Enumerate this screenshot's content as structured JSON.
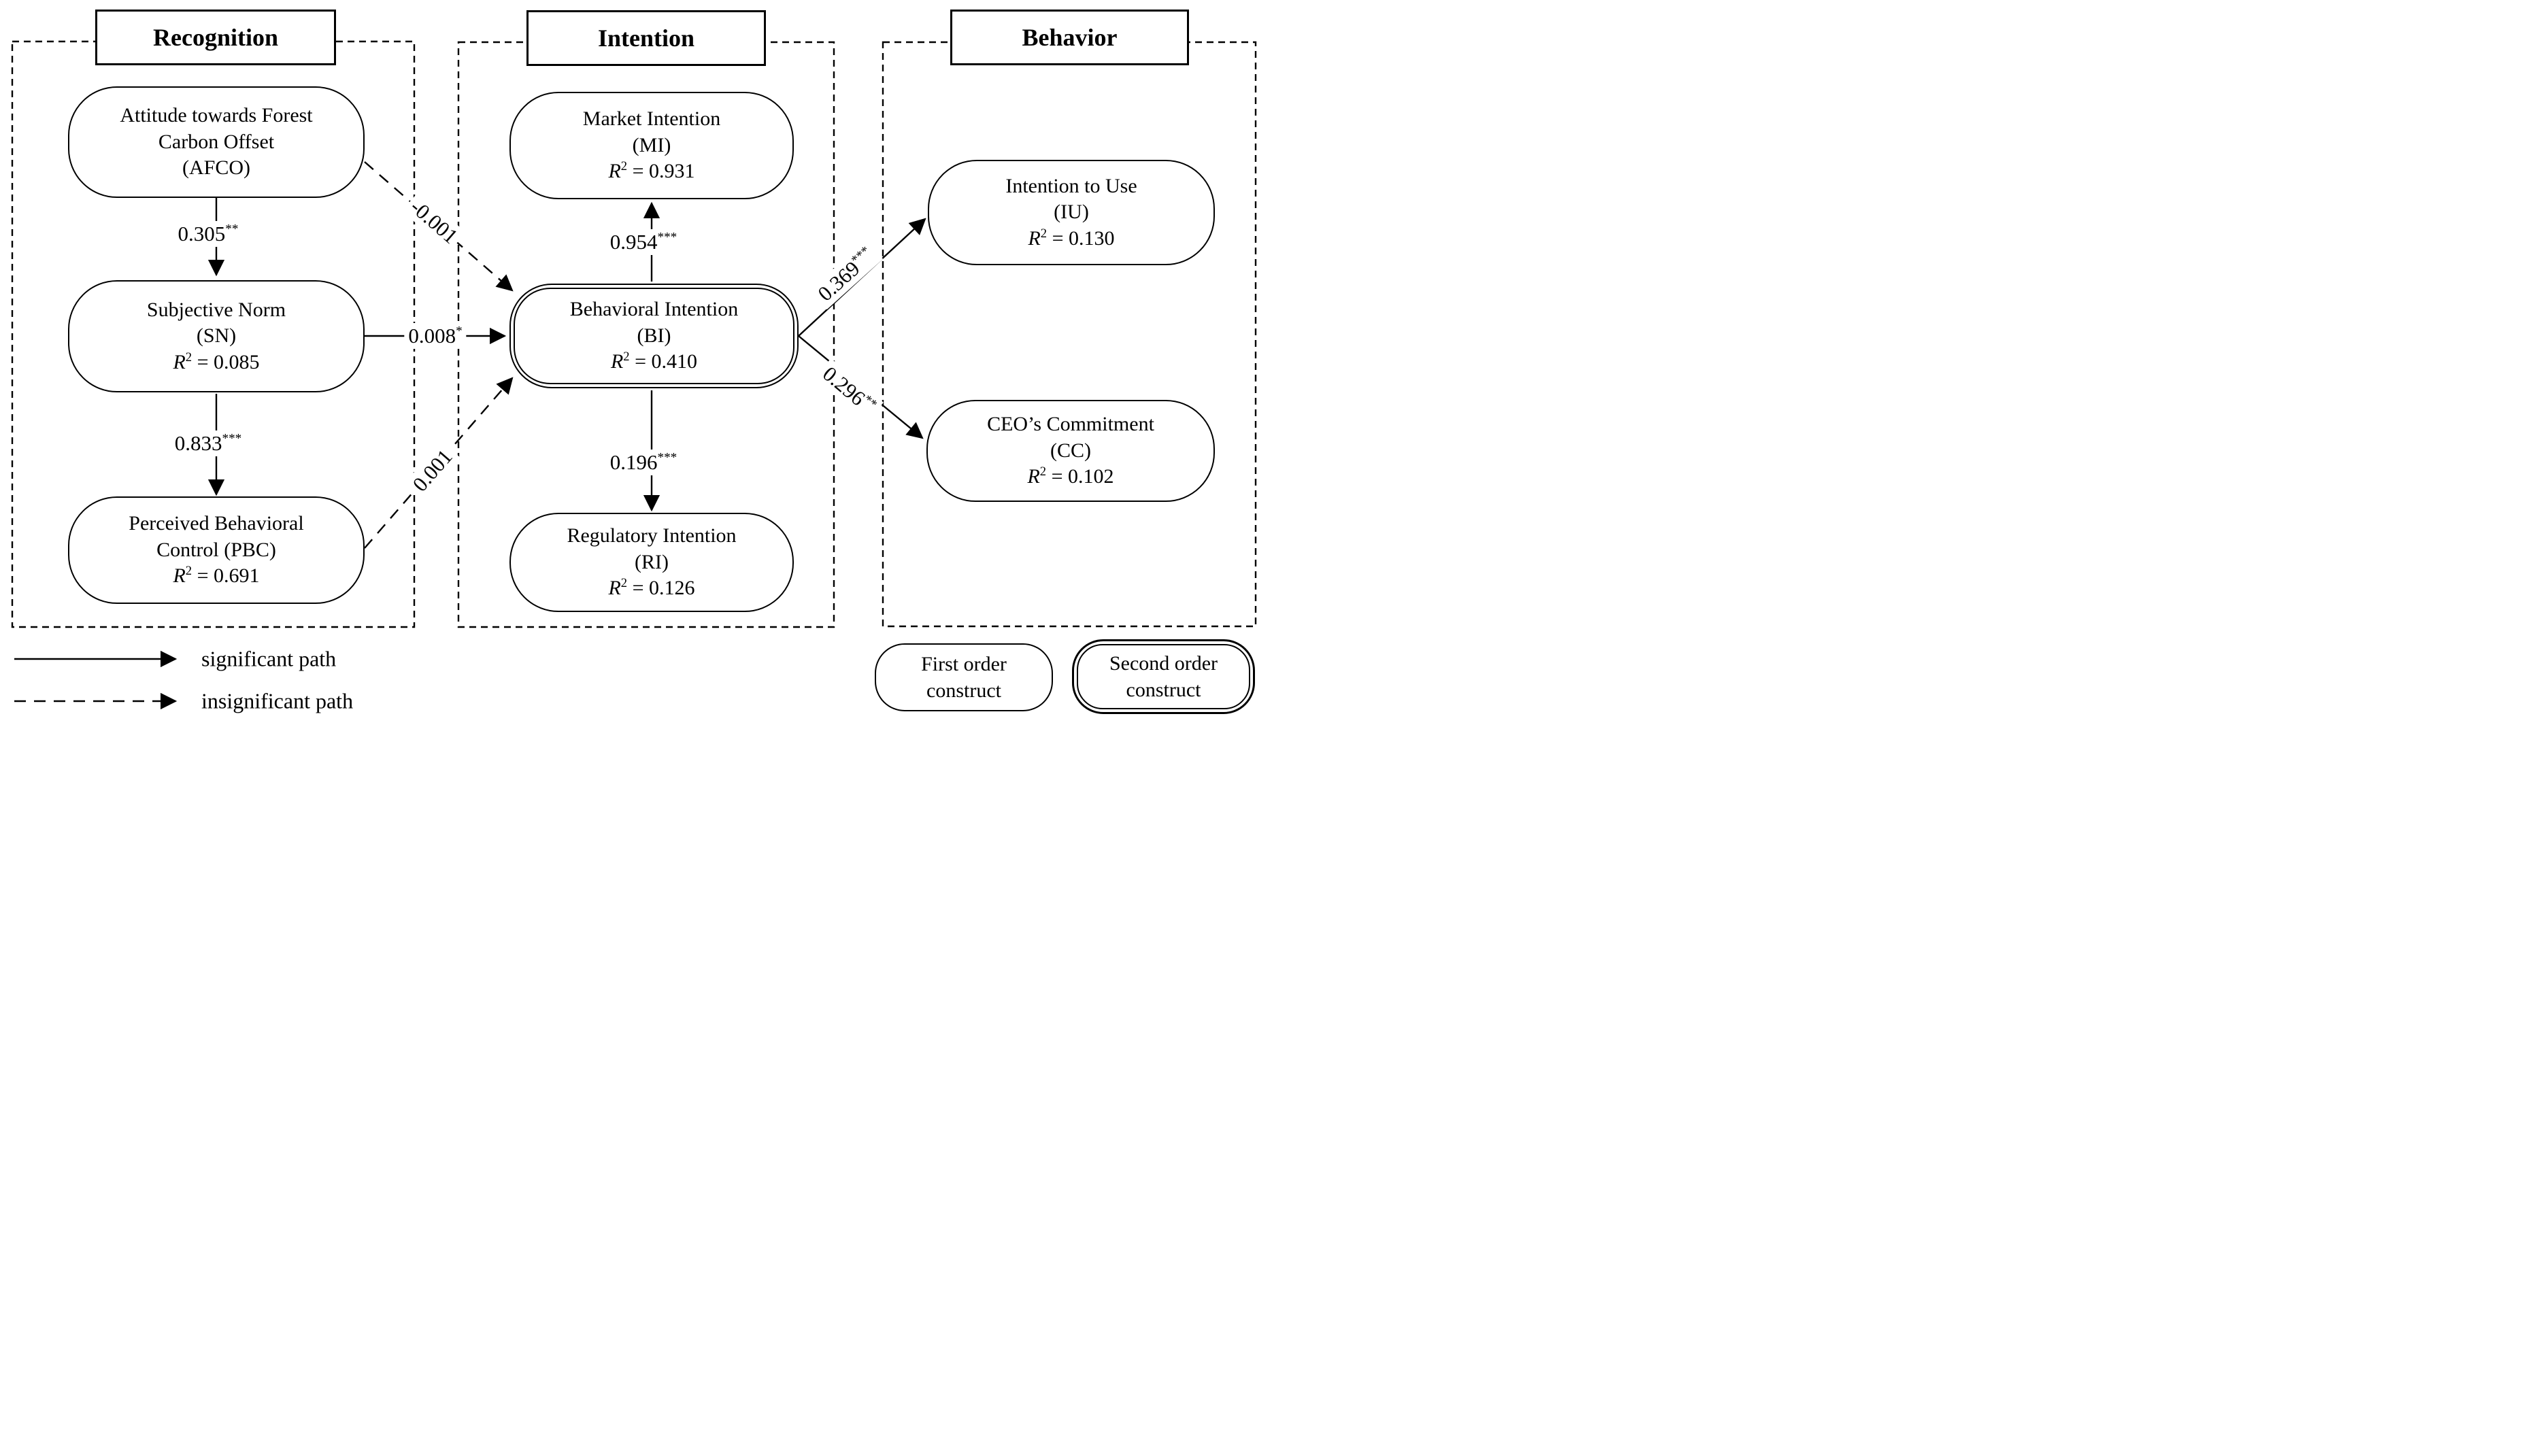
{
  "figure": {
    "panels": {
      "recognition": {
        "title": "Recognition"
      },
      "intention": {
        "title": "Intention"
      },
      "behavior": {
        "title": "Behavior"
      }
    },
    "r2": {
      "base": "R",
      "sup": "2",
      "eq": " = "
    },
    "nodes": {
      "afco": {
        "line1": "Attitude towards Forest",
        "line2": "Carbon Offset",
        "abbr": "(AFCO)"
      },
      "sn": {
        "name": "Subjective Norm",
        "abbr": "(SN)",
        "r2": "0.085"
      },
      "pbc": {
        "line1": "Perceived Behavioral",
        "line2": "Control (PBC)",
        "r2": "0.691"
      },
      "mi": {
        "name": "Market Intention",
        "abbr": "(MI)",
        "r2": "0.931"
      },
      "bi": {
        "name": "Behavioral Intention",
        "abbr": "(BI)",
        "r2": "0.410"
      },
      "ri": {
        "name": "Regulatory Intention",
        "abbr": "(RI)",
        "r2": "0.126"
      },
      "iu": {
        "name": "Intention to Use",
        "abbr": "(IU)",
        "r2": "0.130"
      },
      "cc": {
        "name": "CEO’s Commitment",
        "abbr": "(CC)",
        "r2": "0.102"
      }
    },
    "paths": {
      "afco_sn": {
        "value": "0.305",
        "stars": "**"
      },
      "sn_pbc": {
        "value": "0.833",
        "stars": "***"
      },
      "sn_bi": {
        "value": "0.008",
        "stars": "*"
      },
      "afco_bi": {
        "value": "-0.001",
        "stars": ""
      },
      "pbc_bi": {
        "value": "0.001",
        "stars": ""
      },
      "bi_mi": {
        "value": "0.954",
        "stars": "***"
      },
      "bi_ri": {
        "value": "0.196",
        "stars": "***"
      },
      "bi_iu": {
        "value": "0.369",
        "stars": "***"
      },
      "bi_cc": {
        "value": "0.296",
        "stars": "**"
      }
    },
    "legend": {
      "significant": "significant path",
      "insignificant": "insignificant path",
      "first_order": {
        "line1": "First order",
        "line2": "construct"
      },
      "second_order": {
        "line1": "Second order",
        "line2": "construct"
      }
    }
  }
}
